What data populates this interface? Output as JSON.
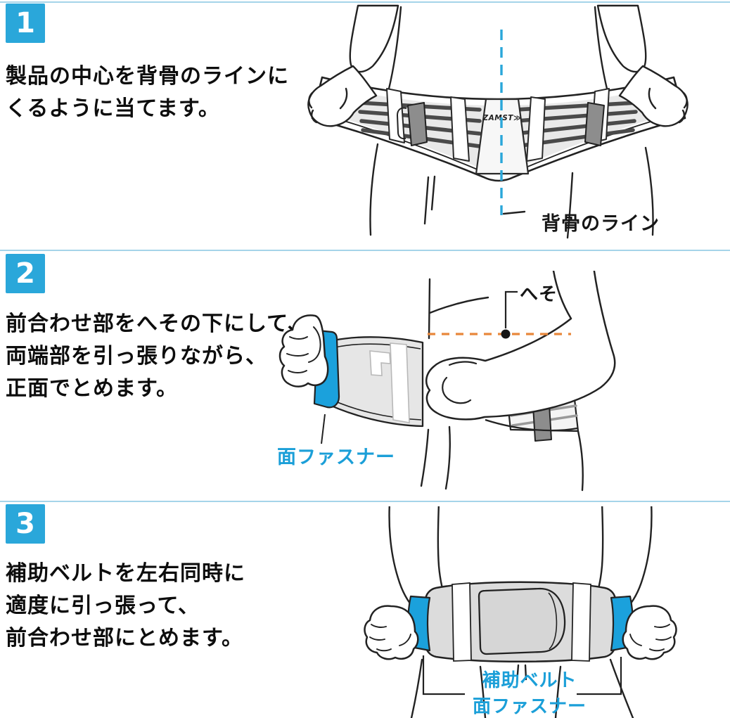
{
  "colors": {
    "step_badge_blue": "#2aa7da",
    "divider_blue": "#a5d4e9",
    "label_blue": "#1b9fd8",
    "spine_dash_blue": "#2aa7da",
    "navel_dash_orange": "#e8873b",
    "velcro_tab_blue": "#1ba1dc",
    "line_art_dark": "#222222"
  },
  "steps": [
    {
      "number": "1",
      "lines": [
        "製品の中心を背骨のラインに",
        "くるように当てます。"
      ]
    },
    {
      "number": "2",
      "lines": [
        "前合わせ部をへその下にして、",
        "両端部を引っ張りながら、",
        "正面でとめます。"
      ]
    },
    {
      "number": "3",
      "lines": [
        "補助ベルトを左右同時に",
        "適度に引っ張って、",
        "前合わせ部にとめます。"
      ]
    }
  ],
  "illustrations": {
    "step1": {
      "brand_logo": "ZAMST≫",
      "spine_label": "背骨のライン"
    },
    "step2": {
      "navel_label": "へそ",
      "fastener_label": "面ファスナー"
    },
    "step3": {
      "aux_belt_label": "補助ベルト",
      "fastener_label": "面ファスナー"
    }
  }
}
